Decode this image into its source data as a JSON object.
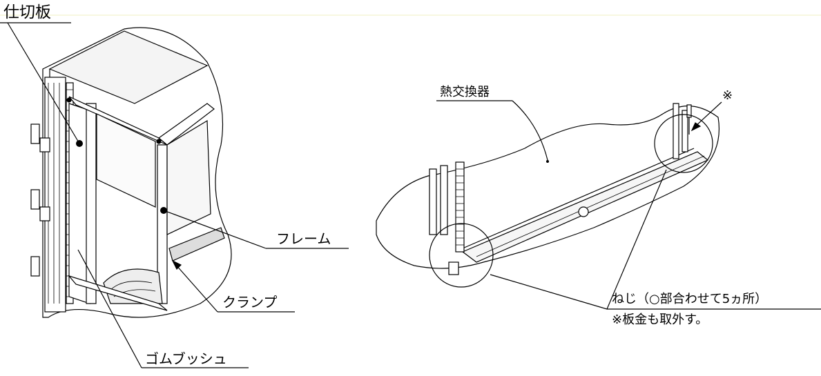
{
  "labels": {
    "partition_plate": "仕切板",
    "frame": "フレーム",
    "clamp": "クランプ",
    "rubber_bushing": "ゴムブッシュ",
    "heat_exchanger": "熱交換器",
    "asterisk": "※",
    "screw_note": "ねじ（○部合わせて5ヵ所）",
    "sheet_metal_note": "※板金も取外す。"
  },
  "colors": {
    "line": "#000000",
    "frame_top_border": "#f2f2c0",
    "background": "#ffffff"
  }
}
